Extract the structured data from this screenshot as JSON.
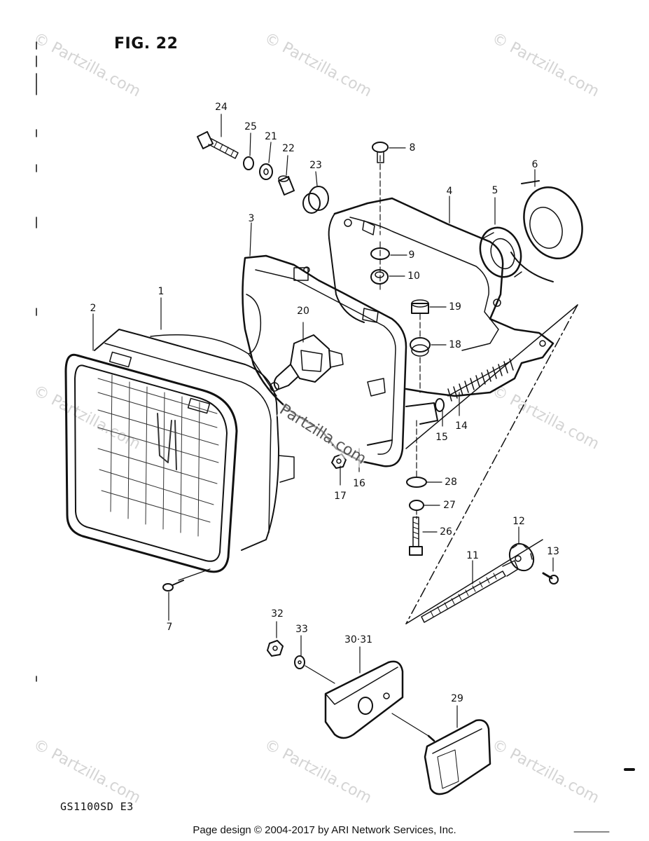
{
  "figure": {
    "title": "FIG. 22",
    "model": "GS1100SD E3"
  },
  "footer": {
    "copyright": "Page design © 2004-2017 by ARI Network Services, Inc."
  },
  "watermark": {
    "text": "© Partzilla.com",
    "center_text": "Partzilla.com"
  },
  "callouts": {
    "c1": "1",
    "c2": "2",
    "c3": "3",
    "c4": "4",
    "c5": "5",
    "c6": "6",
    "c7": "7",
    "c8": "8",
    "c9": "9",
    "c10": "10",
    "c11": "11",
    "c12": "12",
    "c13": "13",
    "c14": "14",
    "c15": "15",
    "c16": "16",
    "c17": "17",
    "c18": "18",
    "c19": "19",
    "c20": "20",
    "c21": "21",
    "c22": "22",
    "c23": "23",
    "c24": "24",
    "c25": "25",
    "c26": "26",
    "c27": "27",
    "c28": "28",
    "c29": "29",
    "c3031": "30·31",
    "c32": "32",
    "c33": "33"
  }
}
